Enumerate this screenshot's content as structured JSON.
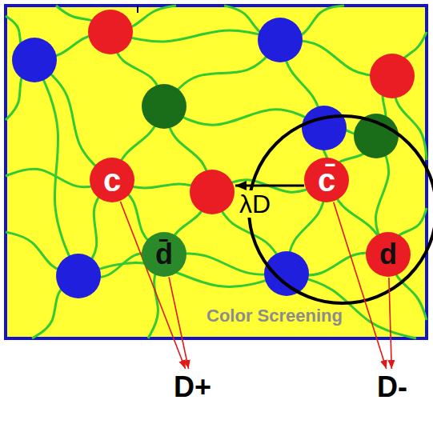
{
  "diagram": {
    "nodes": [
      {
        "text": [
          "Color Screening"
        ]
      },
      {
        "text": [
          "c"
        ],
        "in": 0
      },
      {
        "text": [
          "c̄"
        ],
        "in": 0
      },
      {
        "text": [
          "d̄"
        ],
        "in": 0
      },
      {
        "text": [
          "d"
        ],
        "in": 0
      },
      {
        "text": [
          "D+"
        ]
      },
      {
        "text": [
          "D-"
        ]
      }
    ],
    "edges": [
      {
        "from": 1,
        "to": 5,
        "arrow": "to"
      },
      {
        "from": 3,
        "to": 5,
        "arrow": "to"
      },
      {
        "from": 2,
        "to": 6,
        "arrow": "to"
      },
      {
        "from": 4,
        "to": 6,
        "arrow": "to"
      }
    ],
    "labels": [
      "λD"
    ]
  }
}
